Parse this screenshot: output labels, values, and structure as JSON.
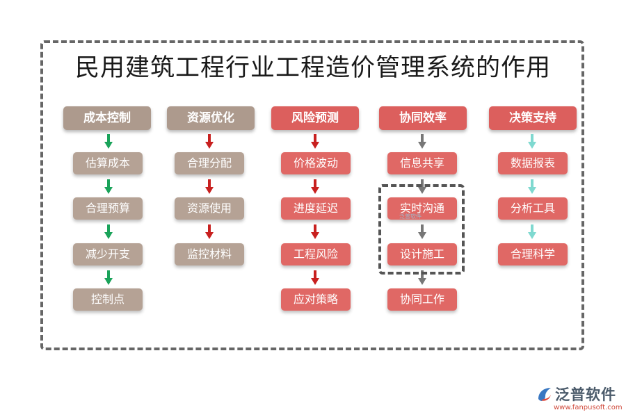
{
  "title": "民用建筑工程行业工程造价管理系统的作用",
  "columns": [
    {
      "header": "成本控制",
      "items": [
        "估算成本",
        "合理预算",
        "减少开支",
        "控制点"
      ],
      "arrow_color": "#1aa35a"
    },
    {
      "header": "资源优化",
      "items": [
        "合理分配",
        "资源使用",
        "监控材料"
      ],
      "arrow_color": "#c8201f"
    },
    {
      "header": "风险预测",
      "items": [
        "价格波动",
        "进度延迟",
        "工程风险",
        "应对策略"
      ],
      "arrow_color": "#c8201f"
    },
    {
      "header": "协同效率",
      "items": [
        "信息共享",
        "实时沟通",
        "设计施工",
        "协同工作"
      ],
      "arrow_color": "#777777"
    },
    {
      "header": "决策支持",
      "items": [
        "数据报表",
        "分析工具",
        "合理科学"
      ],
      "arrow_color": "#7fd9d0"
    }
  ],
  "logo": {
    "name": "泛普软件",
    "url": "www.fanpusoft.com"
  },
  "colors": {
    "tan": "#b5a295",
    "red": "#e06865",
    "frame": "#666666"
  }
}
